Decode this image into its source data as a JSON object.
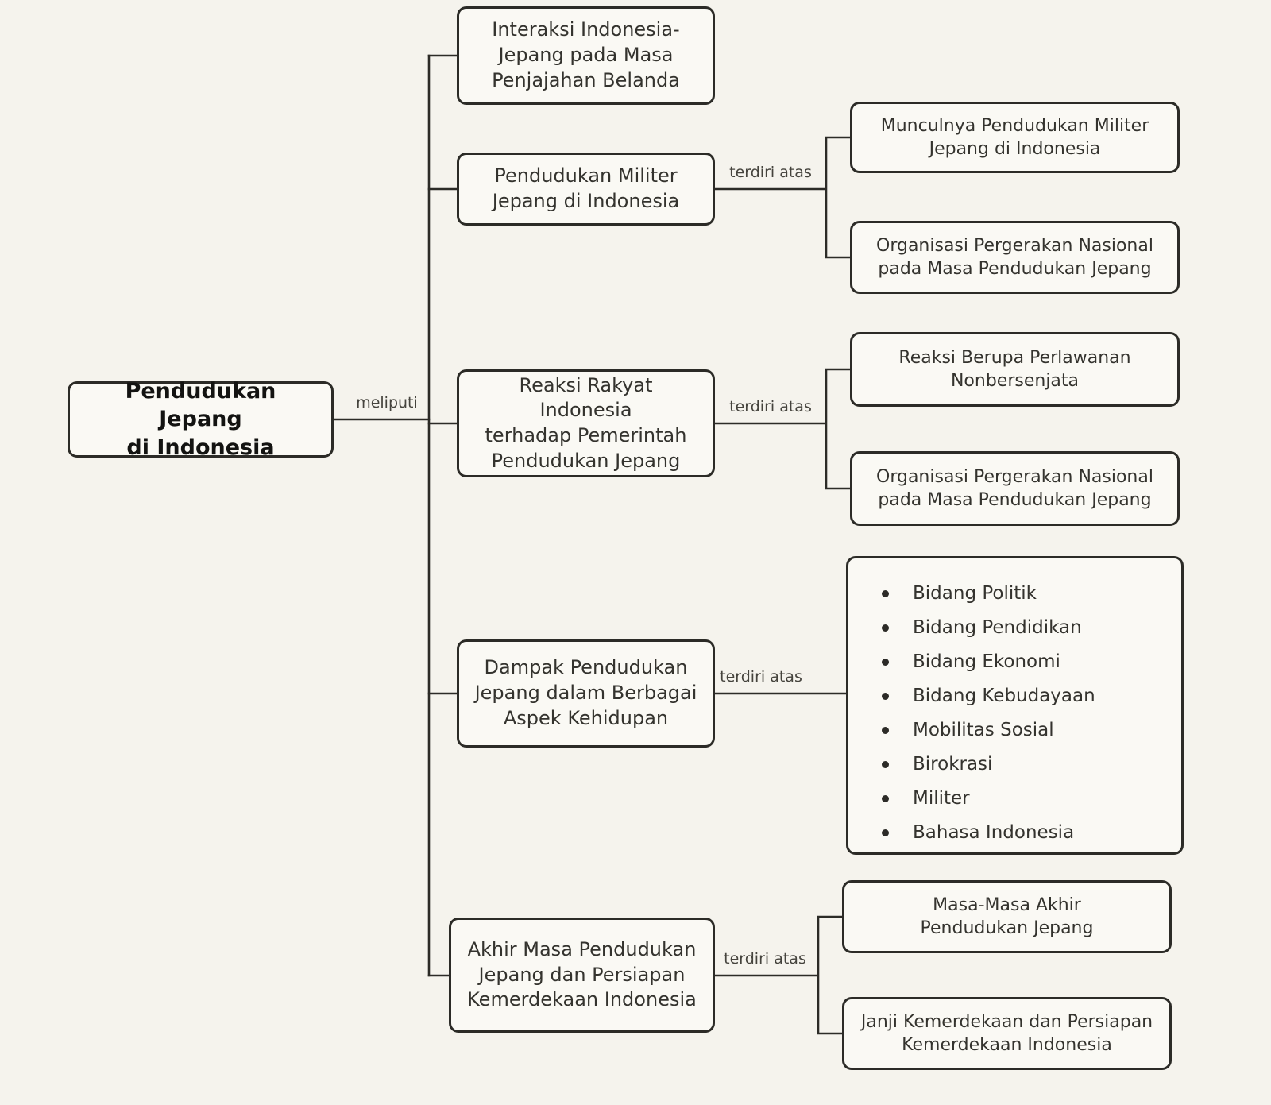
{
  "root": {
    "label": "Pendudukan Jepang\ndi Indonesia",
    "connector": "meliputi"
  },
  "branches": [
    {
      "label": "Interaksi Indonesia-\nJepang pada Masa\nPenjajahan Belanda"
    },
    {
      "label": "Pendudukan Militer\nJepang di Indonesia",
      "connector": "terdiri atas",
      "children": [
        "Munculnya Pendudukan Militer\nJepang di Indonesia",
        "Organisasi Pergerakan Nasional\npada Masa Pendudukan Jepang"
      ]
    },
    {
      "label": "Reaksi Rakyat Indonesia\nterhadap Pemerintah\nPendudukan Jepang",
      "connector": "terdiri atas",
      "children": [
        "Reaksi Berupa Perlawanan\nNonbersenjata",
        "Organisasi Pergerakan Nasional\npada Masa Pendudukan Jepang"
      ]
    },
    {
      "label": "Dampak Pendudukan\nJepang dalam Berbagai\nAspek Kehidupan",
      "connector": "terdiri atas",
      "items": [
        "Bidang Politik",
        "Bidang Pendidikan",
        "Bidang Ekonomi",
        "Bidang Kebudayaan",
        "Mobilitas Sosial",
        "Birokrasi",
        "Militer",
        "Bahasa Indonesia"
      ]
    },
    {
      "label": "Akhir Masa Pendudukan\nJepang dan Persiapan\nKemerdekaan Indonesia",
      "connector": "terdiri atas",
      "children": [
        "Masa-Masa Akhir\nPendudukan Jepang",
        "Janji Kemerdekaan dan Persiapan\nKemerdekaan Indonesia"
      ]
    }
  ]
}
